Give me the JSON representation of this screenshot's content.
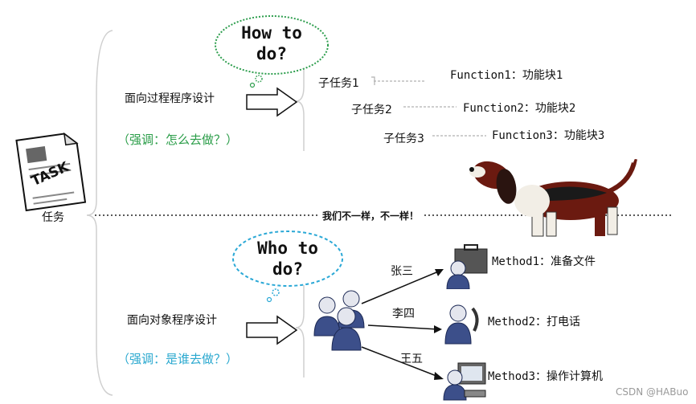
{
  "procedural": {
    "cloud": "How to\ndo?",
    "title": "面向过程程序设计",
    "emphasis": "（强调：怎么去做？）",
    "subtasks": [
      "子任务1",
      "子任务2",
      "子任务3"
    ],
    "functions": [
      "Function1：功能块1",
      "Function2：功能块2",
      "Function3：功能块3"
    ],
    "cloud_color": "#2e9e4e"
  },
  "task": {
    "document_text": "TASK",
    "label": "任务"
  },
  "divider": "我们不一样，不一样！",
  "object_oriented": {
    "cloud": "Who to\ndo?",
    "title": "面向对象程序设计",
    "emphasis": "（强调：是谁去做？）",
    "people": [
      "张三",
      "李四",
      "王五"
    ],
    "methods": [
      "Method1：准备文件",
      "Method2：打电话",
      "Method3：操作计算机"
    ],
    "cloud_color": "#2aa8d6"
  },
  "watermark": "CSDN @HABuo"
}
